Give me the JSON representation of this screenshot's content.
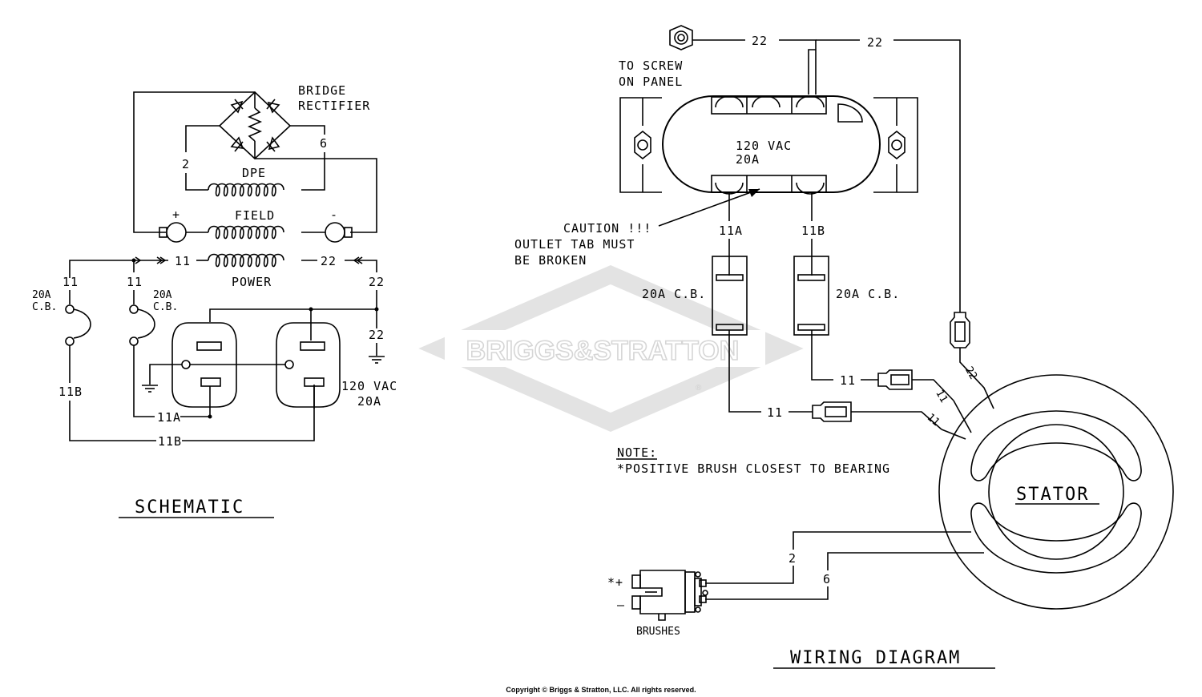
{
  "schematic": {
    "bridge_label_1": "BRIDGE",
    "bridge_label_2": "RECTIFIER",
    "dpe_label": "DPE",
    "field_label": "FIELD",
    "power_label": "POWER",
    "plus": "+",
    "minus": "-",
    "wire_2": "2",
    "wire_6": "6",
    "wire_11_top": "11",
    "wire_22_top": "22",
    "wire_11_left": "11",
    "wire_11_mid": "11",
    "wire_22_right": "22",
    "wire_22_ground": "22",
    "cb_left_1": "20A",
    "cb_left_2": "C.B.",
    "cb_mid_1": "20A",
    "cb_mid_2": "C.B.",
    "wire_11b_left": "11B",
    "wire_11a_bottom": "11A",
    "wire_11b_bottom": "11B",
    "outlet_1": "120 VAC",
    "outlet_2": "20A",
    "title": "SCHEMATIC"
  },
  "wiring": {
    "wire_22_a": "22",
    "wire_22_b": "22",
    "screw_1": "TO SCREW",
    "screw_2": "ON PANEL",
    "panel_1": "120 VAC",
    "panel_2": "20A",
    "caution_1": "CAUTION !!!",
    "caution_2": "OUTLET TAB MUST",
    "caution_3": "BE BROKEN",
    "wire_11a": "11A",
    "wire_11b": "11B",
    "cb_left": "20A C.B.",
    "cb_right": "20A C.B.",
    "wire_11_upper": "11",
    "wire_11_lower": "11",
    "diag_11_a": "11",
    "diag_11_b": "11",
    "diag_22": "22",
    "note_head": "NOTE:",
    "note_body": "*POSITIVE BRUSH CLOSEST TO BEARING",
    "stator": "STATOR",
    "wire_2": "2",
    "wire_6": "6",
    "brush_plus": "*+",
    "brush_minus": "—",
    "brushes": "BRUSHES",
    "title": "WIRING DIAGRAM"
  },
  "watermark": {
    "text": "BRIGGS&STRATTON",
    "reg": "®"
  },
  "copyright": "Copyright © Briggs & Stratton, LLC. All rights reserved."
}
